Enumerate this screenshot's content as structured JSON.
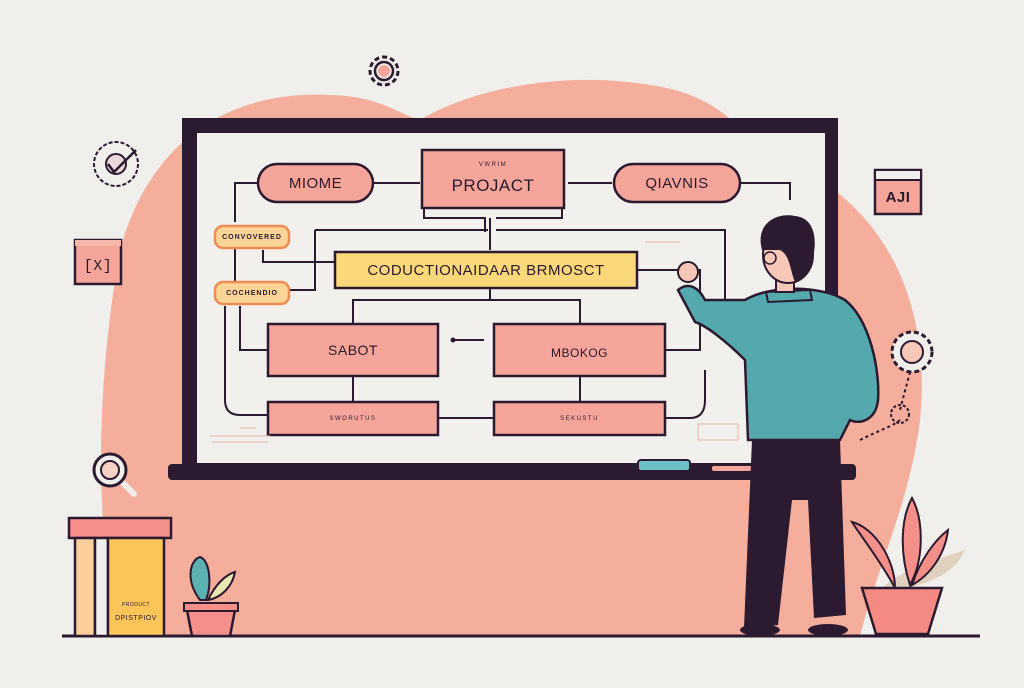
{
  "scene": {
    "description": "Flat illustration of a person drawing a project flowchart on a whiteboard",
    "colors": {
      "background": "#f1efec",
      "blob": "#f5ad9c",
      "outline": "#2b1a30",
      "box_pink": "#f5a59a",
      "box_yellow": "#fbd97a",
      "pill_orange": "#f39a6b",
      "shirt": "#54a9ad",
      "pants": "#2b1a30"
    }
  },
  "whiteboard": {
    "top_left_pill": "MIOME",
    "top_center_box_small": "VWRIM",
    "top_center_box_main": "PROJACT",
    "top_right_pill": "QIAVNIS",
    "side_pill_1": "CONVOVERED",
    "side_pill_2": "COCHENDIO",
    "center_banner": "CODUCTIONAIDAAR BRMOSCT",
    "mid_left_box": "SABOT",
    "mid_right_box": "MBOKOG",
    "bottom_left_box": "SWORUTUS",
    "bottom_right_box": "SEKUSTU"
  },
  "decor": {
    "left_sign": "[X]",
    "right_sign": "AJI",
    "cabinet_label_small": "PRODUCT",
    "cabinet_label": "DPISTPIOV"
  },
  "icons": [
    "gear-icon",
    "checkmark-gear-icon",
    "magnifier-icon",
    "face-gear-icon",
    "cloud-icon",
    "plant-icon",
    "marker-icon"
  ]
}
